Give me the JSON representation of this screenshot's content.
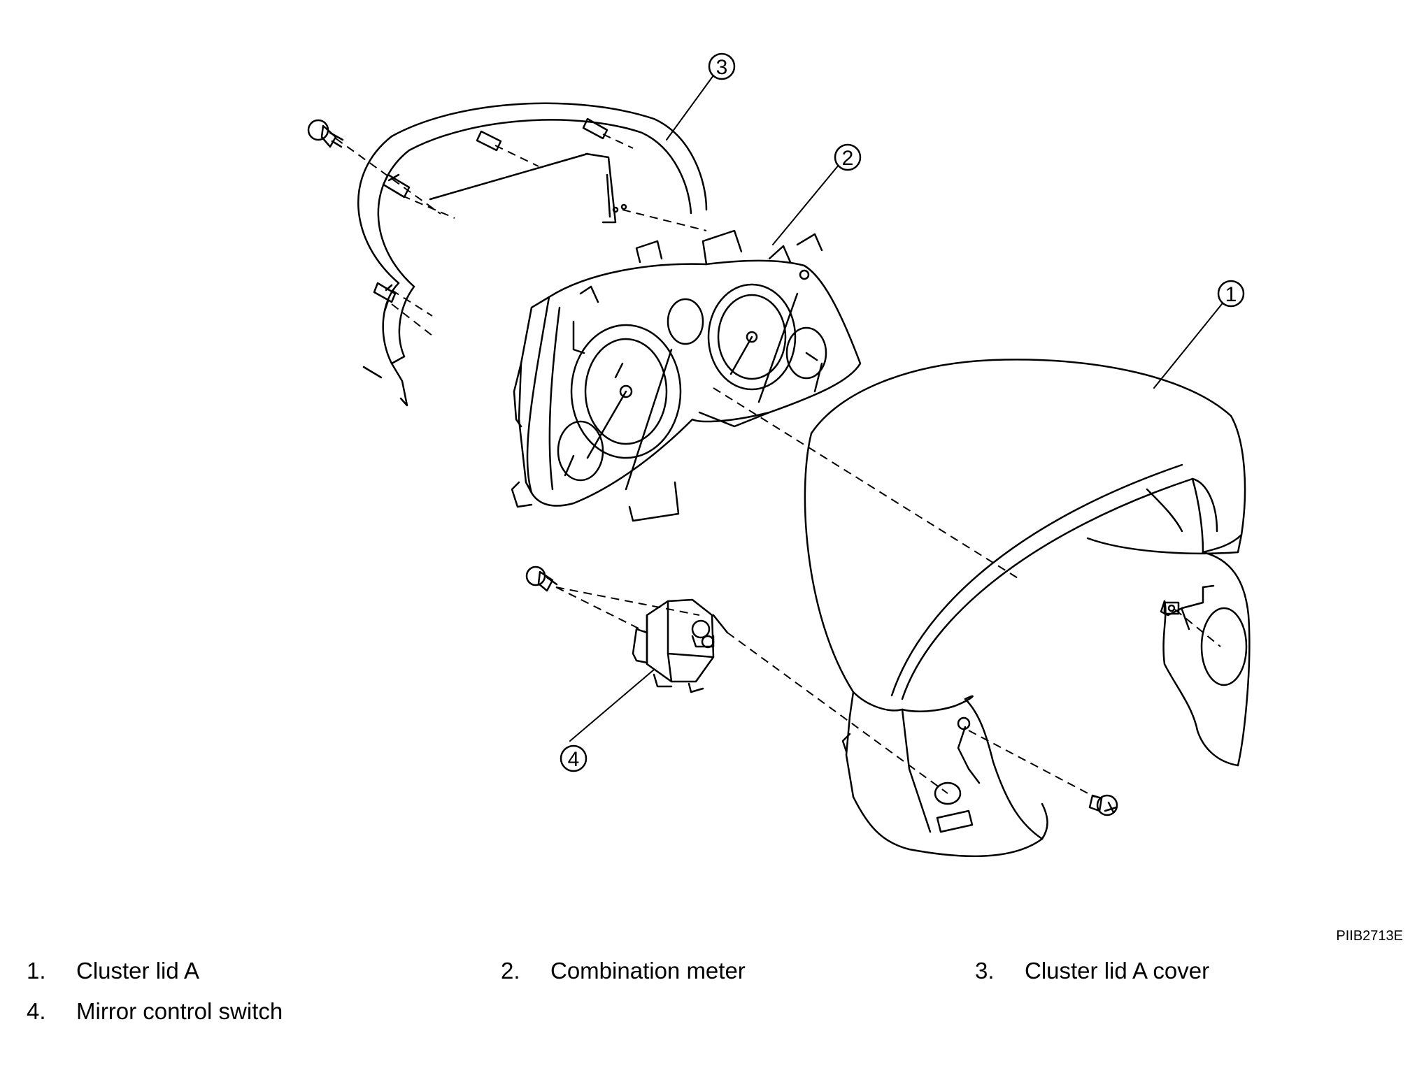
{
  "figure_id": "PIIB2713E",
  "callouts": [
    "1",
    "2",
    "3",
    "4"
  ],
  "legend": [
    {
      "num": "1.",
      "label": "Cluster lid A"
    },
    {
      "num": "2.",
      "label": "Combination meter"
    },
    {
      "num": "3.",
      "label": "Cluster lid A cover"
    },
    {
      "num": "4.",
      "label": "Mirror control switch"
    }
  ]
}
